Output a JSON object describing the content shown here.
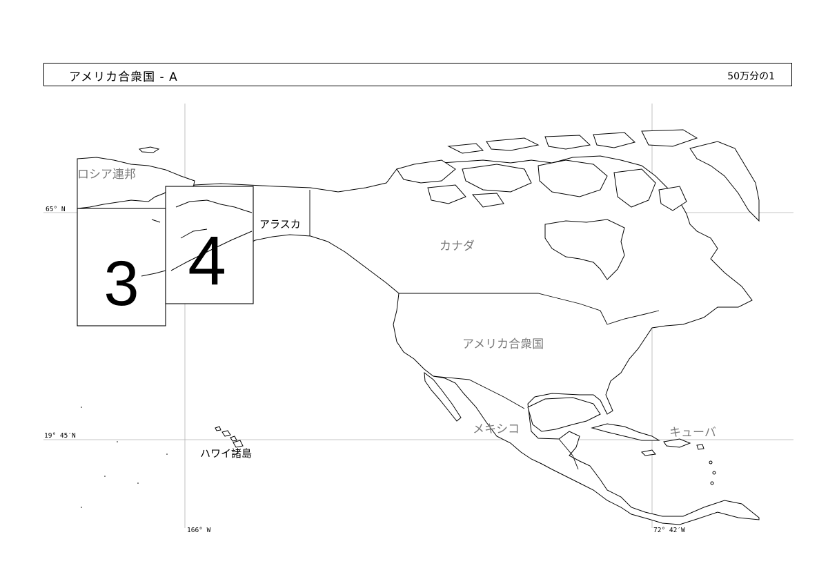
{
  "header": {
    "title": "アメリカ合衆国 - A",
    "scale": "50万分の1"
  },
  "map": {
    "countries": {
      "russia": "ロシア連邦",
      "alaska": "アラスカ",
      "canada": "カナダ",
      "usa": "アメリカ合衆国",
      "mexico": "メキシコ",
      "cuba": "キューバ",
      "hawaii": "ハワイ諸島"
    },
    "sheets": [
      {
        "number": "3"
      },
      {
        "number": "4"
      }
    ],
    "graticule": {
      "lat_north": "65° N",
      "lat_south": "19° 45′N",
      "lon_west": "166° W",
      "lon_east": "72° 42′W"
    },
    "colors": {
      "land_outline": "#000000",
      "label_gray": "#7a7a7a",
      "grid_line": "#b0b0b0"
    }
  }
}
